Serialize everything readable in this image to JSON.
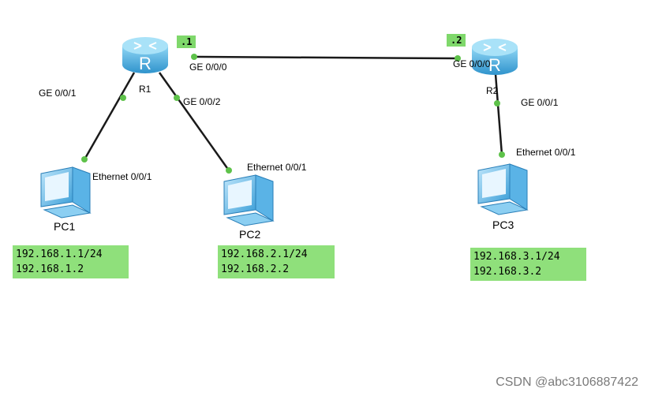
{
  "devices": {
    "r1": {
      "label": "R1"
    },
    "r2": {
      "label": "R2"
    },
    "pc1": {
      "label": "PC1"
    },
    "pc2": {
      "label": "PC2"
    },
    "pc3": {
      "label": "PC3"
    }
  },
  "interfaces": {
    "r1_ge000": "GE 0/0/0",
    "r1_ge001": "GE 0/0/1",
    "r1_ge002": "GE 0/0/2",
    "r2_ge000": "GE 0/0/0",
    "r2_ge001": "GE 0/0/1",
    "pc1_eth": "Ethernet 0/0/1",
    "pc2_eth": "Ethernet 0/0/1",
    "pc3_eth": "Ethernet 0/0/1"
  },
  "link_tags": {
    "r1_side": ".1",
    "r2_side": ".2"
  },
  "ip_boxes": {
    "pc1": {
      "ip": "192.168.1.1/24",
      "gateway": "192.168.1.2"
    },
    "pc2": {
      "ip": "192.168.2.1/24",
      "gateway": "192.168.2.2"
    },
    "pc3": {
      "ip": "192.168.3.1/24",
      "gateway": "192.168.3.2"
    }
  },
  "colors": {
    "router_body": "#4fb3e6",
    "link": "#1a1a1a",
    "port_dot": "#5ec24a",
    "tag_bg": "#7fd86b",
    "ipbox_bg": "#8fe07b"
  },
  "watermark": "CSDN @abc3106887422"
}
